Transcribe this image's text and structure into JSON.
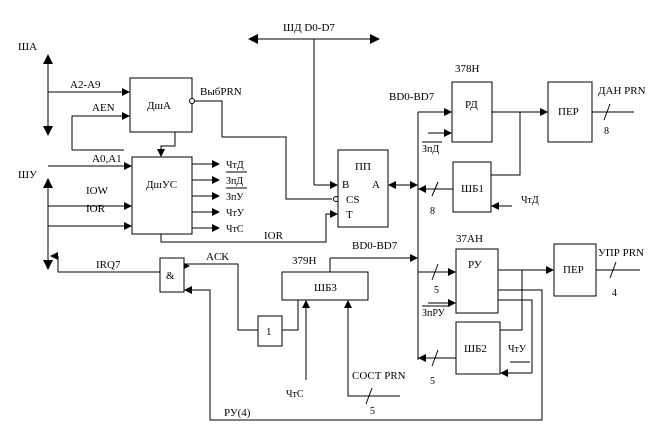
{
  "buses": {
    "sha": "ША",
    "shu": "ШУ",
    "shd": "ШД  D0-D7"
  },
  "signals": {
    "a2_a9": "A2-A9",
    "aen": "AEN",
    "a0_a1": "A0,A1",
    "iow": "IOW",
    "ior_left": "IOR",
    "ior": "IOR",
    "irq7": "IRQ7",
    "vyb_prn": "ВыбPRN",
    "bd_top": "BD0-BD7",
    "bd_mid": "BD0-BD7",
    "ack": "ACK",
    "ru4": "РУ(4)",
    "chts_bottom": "ЧтС",
    "sost_prn": "СОСТ PRN",
    "dan_prn": "ДАН PRN",
    "upr_prn": "УПР PRN",
    "zpd": "ЗпД",
    "zpru": "ЗпРУ",
    "chtd_right": "ЧтД",
    "chtu_right": "ЧтУ"
  },
  "addresses": {
    "a378": "378H",
    "a37a": "37AH",
    "a379": "379H"
  },
  "widths": {
    "w8_dan": "8",
    "w8_shb1": "8",
    "w5_ru": "5",
    "w5_shb2": "5",
    "w5_sost": "5",
    "w4_upr": "4"
  },
  "blocks": {
    "dsha": "ДшА",
    "dshus": "ДшУС",
    "pp": "ПП",
    "pp_b": "B",
    "pp_a": "A",
    "pp_cs": "CS",
    "pp_t": "T",
    "rd": "РД",
    "per_top": "ПЕР",
    "shb1": "ШБ1",
    "ru": "РУ",
    "per_bot": "ПЕР",
    "shb2": "ШБ2",
    "shb3": "ШБ3",
    "and_gate": "&",
    "or_gate": "1"
  },
  "decoder_outputs": [
    "ЧтД",
    "ЗпД",
    "ЗпУ",
    "ЧтУ",
    "ЧтС"
  ]
}
